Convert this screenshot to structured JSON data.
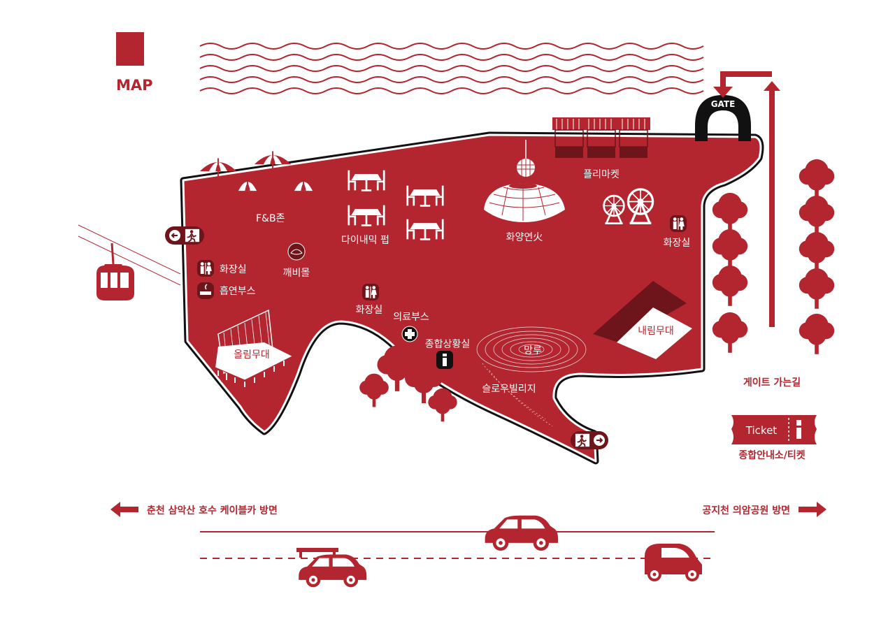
{
  "title": "MAP",
  "colors": {
    "primary": "#b3262f",
    "dark": "#6e141b",
    "black": "#111111",
    "white": "#ffffff"
  },
  "labels": {
    "fb_zone": "F&B존",
    "dining_pub": "다이내믹 펍",
    "flea_market": "플리마켓",
    "fire_show": "화양연火",
    "restroom_west": "화장실",
    "smoking_booth": "흡연부스",
    "kkaebi": "깨비몰",
    "restroom_center": "화장실",
    "restroom_east": "화장실",
    "medical": "의료부스",
    "situation_room": "종합상황실",
    "stage_up": "올림무대",
    "stage_down": "내림무대",
    "watchtower": "망루",
    "slow_village": "슬로우빌리지",
    "gate_road": "게이트 가는길",
    "gate": "GATE",
    "ticket": "Ticket",
    "info_ticket": "종합안내소/티켓",
    "dir_left": "춘천 삼악산 호수 케이블카 방면",
    "dir_right": "공지천 의암공원 방면"
  },
  "icons": {
    "cable_car": "cable-car-icon",
    "restroom": "restroom-icon",
    "smoking": "smoking-icon",
    "medical": "medical-cross-icon",
    "info": "info-icon",
    "exit_left": "exit-left-icon",
    "exit_right": "exit-right-icon",
    "ferris_wheel": "ferris-wheel-icon",
    "parasol": "parasol-icon",
    "table": "table-set-icon",
    "tree": "tree-icon",
    "car": "car-icon"
  }
}
